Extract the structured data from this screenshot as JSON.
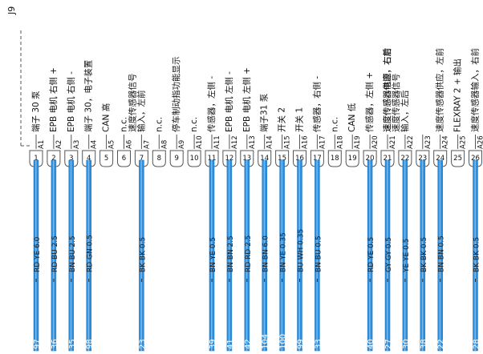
{
  "connector": {
    "label": "J9"
  },
  "colors": {
    "wire": "#2a8fe0",
    "wire_light": "#7ab9ea",
    "wire_edge": "#1f6fb8",
    "pin_border": "#555555",
    "text": "#111111"
  },
  "pins": [
    {
      "pin": "1",
      "label": "A1",
      "func": "端子 30 泵",
      "wire": "RD YE 6.0",
      "num": "97"
    },
    {
      "pin": "2",
      "label": "A2",
      "func": "EPB 电机 右侧 +",
      "wire": "RD BU 2.5",
      "num": "36"
    },
    {
      "pin": "3",
      "label": "A3",
      "func": "EPB 电机 右侧 -",
      "wire": "BN BU 2.5",
      "num": "35"
    },
    {
      "pin": "4",
      "label": "A4",
      "func": "端子 30，电子装置",
      "wire": "RD GN 0.5",
      "num": "98"
    },
    {
      "pin": "5",
      "label": "A5",
      "func": "CAN 高",
      "wire": "",
      "num": ""
    },
    {
      "pin": "6",
      "label": "A6",
      "func": "n.c.",
      "wire": "",
      "num": ""
    },
    {
      "pin": "7",
      "label": "A7",
      "func": "速度传感器信号|输入，左前",
      "wire": "BK BK 0.5",
      "num": "23"
    },
    {
      "pin": "8",
      "label": "A8",
      "func": "n.c.",
      "wire": "",
      "num": ""
    },
    {
      "pin": "9",
      "label": "A9",
      "func": "停车制动指功能显示",
      "wire": "",
      "num": ""
    },
    {
      "pin": "10",
      "label": "A10",
      "func": "n.c.",
      "wire": "",
      "num": ""
    },
    {
      "pin": "11",
      "label": "A11",
      "func": "传感器，左侧 -",
      "wire": "BN YE 0.5",
      "num": "39"
    },
    {
      "pin": "12",
      "label": "A12",
      "func": "EPB 电机 左侧 -",
      "wire": "BN BN 2.5",
      "num": "41"
    },
    {
      "pin": "13",
      "label": "A13",
      "func": "EPB 电机 左侧 +",
      "wire": "RD RD 2.5",
      "num": "42"
    },
    {
      "pin": "14",
      "label": "A14",
      "func": "端子31 泵",
      "wire": "BN BN 6.0",
      "num": "104"
    },
    {
      "pin": "15",
      "label": "A15",
      "func": "开关 2",
      "wire": "BN YE 0.35",
      "num": "100"
    },
    {
      "pin": "16",
      "label": "A16",
      "func": "开关 1",
      "wire": "BU WH 0.35",
      "num": "99"
    },
    {
      "pin": "17",
      "label": "A17",
      "func": "传感器，右侧 -",
      "wire": "BN BU 0.5",
      "num": "33"
    },
    {
      "pin": "18",
      "label": "A18",
      "func": "n.c.",
      "wire": "",
      "num": ""
    },
    {
      "pin": "19",
      "label": "A19",
      "func": "CAN 低",
      "wire": "",
      "num": ""
    },
    {
      "pin": "20",
      "label": "A20",
      "func": "传感器，左侧 +",
      "wire": "RD YE 0.5",
      "num": "40"
    },
    {
      "pin": "21",
      "label": "A21",
      "func": "速度传感器电源，右前",
      "wire": "GY GY 0.5",
      "num": "27"
    },
    {
      "pin": "22",
      "label": "A22",
      "func": "速度传感器供应，右后|速度传感器信号|输入，左后",
      "wire": "YE YE 0.5",
      "num": "30"
    },
    {
      "pin": "23",
      "label": "A23",
      "func": "",
      "wire": "BK BK 0.5",
      "num": "38"
    },
    {
      "pin": "24",
      "label": "A24",
      "func": "速度传感器供应，左前",
      "wire": "BN BN 0.5",
      "num": "22"
    },
    {
      "pin": "25",
      "label": "A25",
      "func": "FLEXRAY 2 + 输出",
      "wire": "",
      "num": ""
    },
    {
      "pin": "26",
      "label": "A26",
      "func": "速度传感器输入，右前",
      "wire": "BK BK 0.5",
      "num": "28"
    }
  ]
}
